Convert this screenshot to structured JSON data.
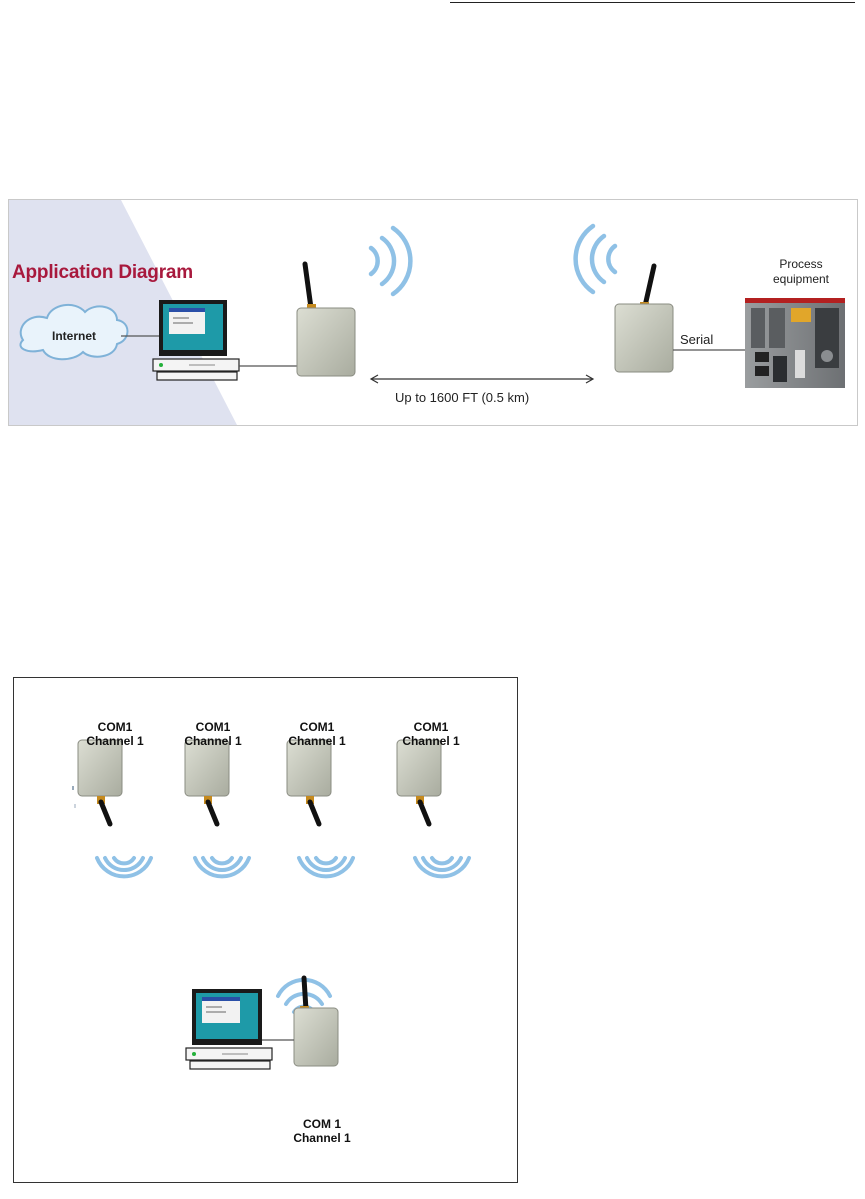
{
  "app_diagram": {
    "title": "Application Diagram",
    "internet_label": "Internet",
    "distance_label": "Up to 1600 FT (0.5 km)",
    "serial_label": "Serial",
    "equipment_label_line1": "Process",
    "equipment_label_line2": "equipment"
  },
  "network_diagram": {
    "remote_nodes": [
      {
        "line1": "COM1",
        "line2": "Channel 1"
      },
      {
        "line1": "COM1",
        "line2": "Channel 1"
      },
      {
        "line1": "COM1",
        "line2": "Channel 1"
      },
      {
        "line1": "COM1",
        "line2": "Channel 1"
      }
    ],
    "base_node": {
      "line1": "COM 1",
      "line2": "Channel 1"
    }
  },
  "colors": {
    "title_red": "#a8193d",
    "wave_blue": "#8fc1e6",
    "panel_lavender": "#dfe2f0",
    "device_grey": "#c9cbbf"
  }
}
